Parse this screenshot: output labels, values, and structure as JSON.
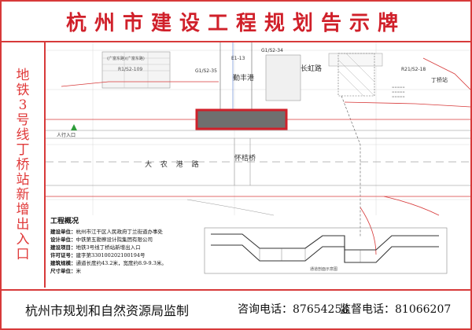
{
  "title": "杭州市建设工程规划告示牌",
  "side_title": "地铁3号线丁桥站新增出入口",
  "map": {
    "plot_labels_top": [
      "G1/S2-35",
      "E1-13",
      "G1/S2-34",
      "R21/S2-18"
    ],
    "plot_label_left": "R1/S2-109",
    "plot_label_top_small": "(广富东路)(广富东路)",
    "plot_label_right": "丁桥站",
    "street_qinfeng": "勤丰港",
    "street_changhong": "长虹路",
    "street_dajinggang": "大 农 港 路",
    "bridge": "怀桔桥",
    "entrance": "人行入口"
  },
  "project": {
    "heading": "工程概况",
    "rows": [
      {
        "label": "建设单位：",
        "value": "杭州市江干区人民政府丁兰街道办事处"
      },
      {
        "label": "设计单位：",
        "value": "中铁第五勘察设计院集团有限公司"
      },
      {
        "label": "建设项目：",
        "value": "地铁3号线丁桥站新增出入口"
      },
      {
        "label": "许可证号：",
        "value": "建字第330100202100194号"
      },
      {
        "label": "建筑规模：",
        "value": "通道长度约43.2米，宽度约8.9-9.3米。"
      },
      {
        "label": "尺寸单位：",
        "value": "米"
      }
    ]
  },
  "section_caption": "通道剖面示意图",
  "footer": {
    "org": "杭州市规划和自然资源局监制",
    "consult": "咨询电话：87654258",
    "supervise": "监督电话：81066207"
  },
  "colors": {
    "accent": "#d73a3a",
    "site_fill": "#6f6f6f",
    "entrance_green": "#2e9d3a"
  }
}
